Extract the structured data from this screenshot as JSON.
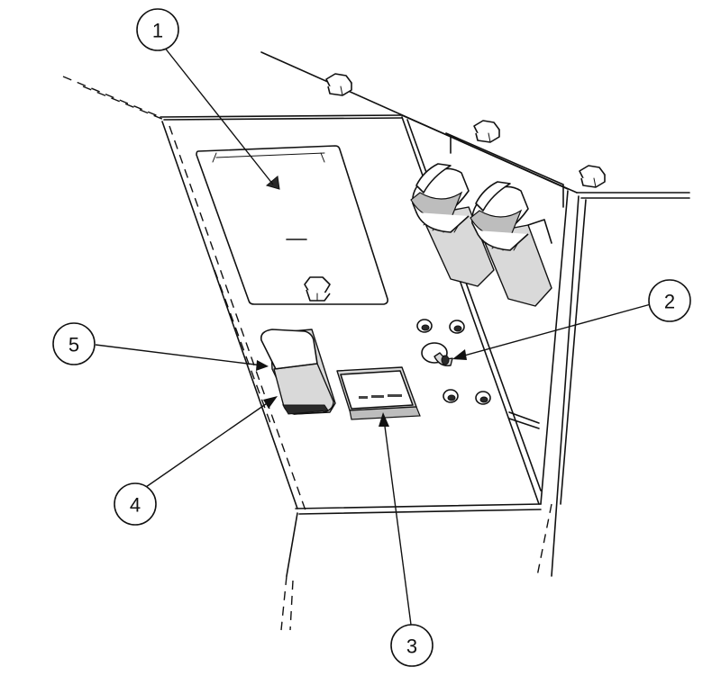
{
  "callouts": [
    {
      "id": "1",
      "label": "1"
    },
    {
      "id": "2",
      "label": "2"
    },
    {
      "id": "3",
      "label": "3"
    },
    {
      "id": "4",
      "label": "4"
    },
    {
      "id": "5",
      "label": "5"
    }
  ],
  "colors": {
    "line": "#111111",
    "background": "#ffffff",
    "shade": "#d9d9d9"
  }
}
